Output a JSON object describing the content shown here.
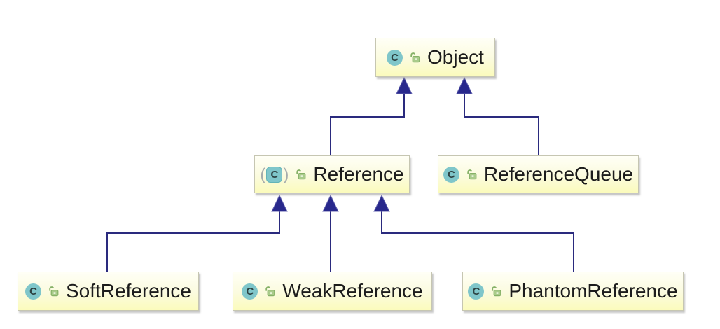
{
  "diagram": {
    "type": "uml-class-hierarchy",
    "class_letter": "C",
    "nodes": [
      {
        "id": "object",
        "label": "Object",
        "icon": "class",
        "visibility": "public"
      },
      {
        "id": "reference",
        "label": "Reference",
        "icon": "abstract-class",
        "visibility": "public"
      },
      {
        "id": "referencequeue",
        "label": "ReferenceQueue",
        "icon": "class",
        "visibility": "public"
      },
      {
        "id": "softreference",
        "label": "SoftReference",
        "icon": "class",
        "visibility": "public"
      },
      {
        "id": "weakreference",
        "label": "WeakReference",
        "icon": "class",
        "visibility": "public"
      },
      {
        "id": "phantomreference",
        "label": "PhantomReference",
        "icon": "class",
        "visibility": "public"
      }
    ],
    "edges": [
      {
        "from": "Reference",
        "to": "Object",
        "type": "inheritance"
      },
      {
        "from": "ReferenceQueue",
        "to": "Object",
        "type": "inheritance"
      },
      {
        "from": "SoftReference",
        "to": "Reference",
        "type": "inheritance"
      },
      {
        "from": "WeakReference",
        "to": "Reference",
        "type": "inheritance"
      },
      {
        "from": "PhantomReference",
        "to": "Reference",
        "type": "inheritance"
      }
    ],
    "colors": {
      "background": "#ffffff",
      "node_fill_top": "#fffff6",
      "node_fill_bottom": "#fbfbbc",
      "node_border": "#c6c6b2",
      "edge": "#2a2a7e",
      "arrow_fill": "#28288c",
      "class_icon_bg": "#7fc6ca",
      "class_icon_letter": "#2d4242",
      "lock_icon_green": "#a9cb8a",
      "label_text": "#1c1c1c"
    }
  }
}
